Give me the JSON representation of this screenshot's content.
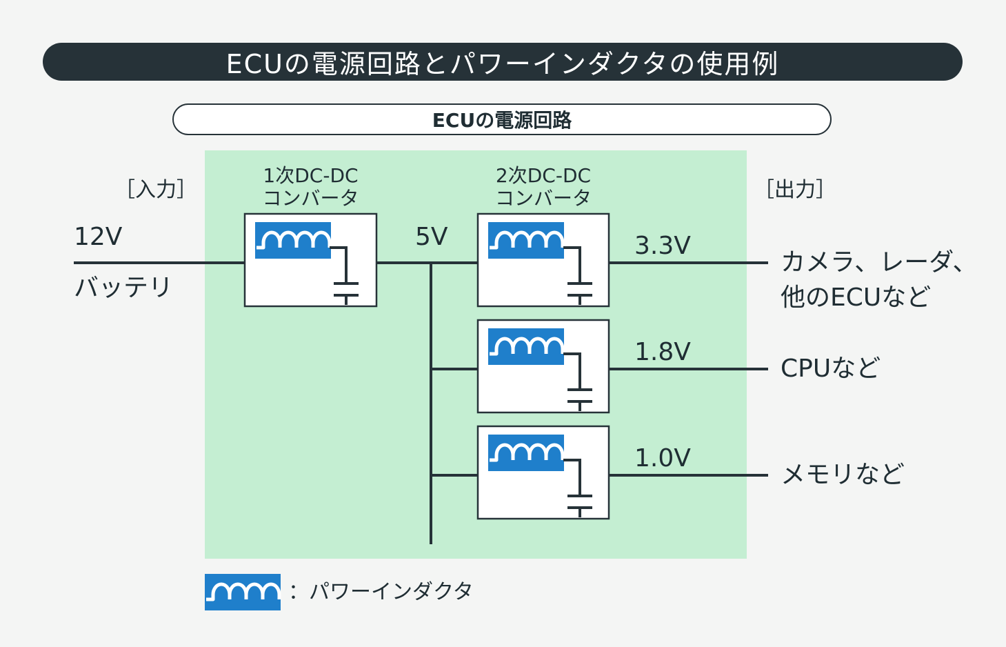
{
  "title": "ECUの電源回路とパワーインダクタの使用例",
  "subtitle": "ECUの電源回路",
  "input_header": "［入力］",
  "output_header": "［出力］",
  "input": {
    "voltage": "12V",
    "source": "バッテリ"
  },
  "primary_converter": {
    "line1": "1次DC-DC",
    "line2": "コンバータ"
  },
  "secondary_converter": {
    "line1": "2次DC-DC",
    "line2": "コンバータ"
  },
  "bus_voltage": "5V",
  "outputs": [
    {
      "voltage": "3.3V",
      "target_line1": "カメラ、レーダ、",
      "target_line2": "他のECUなど"
    },
    {
      "voltage": "1.8V",
      "target_line1": "CPUなど"
    },
    {
      "voltage": "1.0V",
      "target_line1": "メモリなど"
    }
  ],
  "legend": {
    "label": "：パワーインダクタ"
  },
  "colors": {
    "title_bg": "#263238",
    "green_area": "#c4eed2",
    "inductor_blue": "#1f7fcb",
    "line": "#263238"
  },
  "icons": {
    "inductor": "inductor-icon",
    "capacitor": "capacitor-icon"
  }
}
